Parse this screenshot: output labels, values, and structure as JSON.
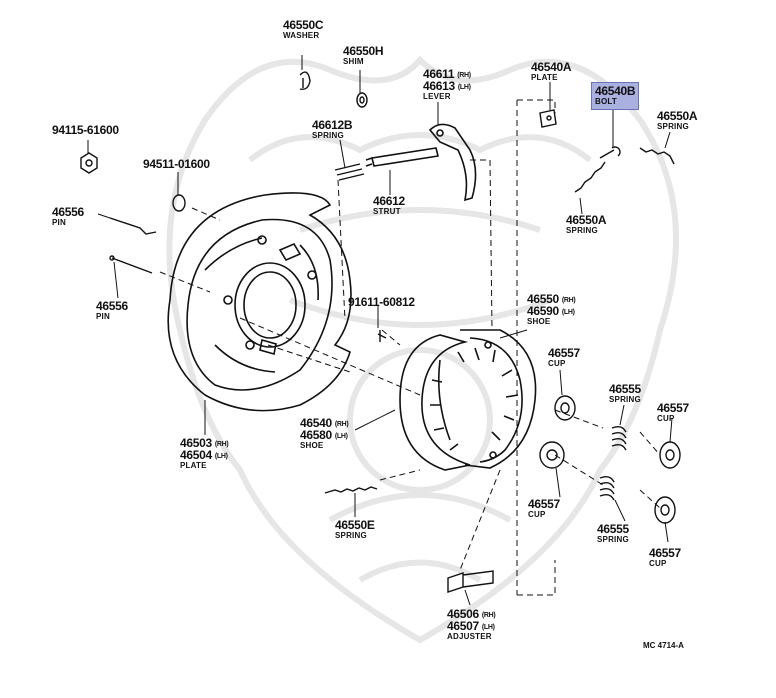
{
  "colors": {
    "ink": "#111111",
    "highlight": "#aab0e0",
    "watermark": "#e6e6e6"
  },
  "labels": {
    "l46550C": {
      "num": "46550C",
      "name": "WASHER"
    },
    "l46550H": {
      "num": "46550H",
      "name": "SHIM"
    },
    "l46611": {
      "num": "46611",
      "sub": "(RH)",
      "num2": "46613",
      "sub2": "(LH)",
      "name": "LEVER"
    },
    "l46540A": {
      "num": "46540A",
      "name": "PLATE"
    },
    "l46540B": {
      "num": "46540B",
      "name": "BOLT"
    },
    "l46550A_top": {
      "num": "46550A",
      "name": "SPRING"
    },
    "l94115": {
      "num": "94115-61600"
    },
    "l46612B": {
      "num": "46612B",
      "name": "SPRING"
    },
    "l94511": {
      "num": "94511-01600"
    },
    "l46612": {
      "num": "46612",
      "name": "STRUT"
    },
    "l46550A_mid": {
      "num": "46550A",
      "name": "SPRING"
    },
    "l46556_top": {
      "num": "46556",
      "name": "PIN"
    },
    "l46556_low": {
      "num": "46556",
      "name": "PIN"
    },
    "l91611": {
      "num": "91611-60812"
    },
    "l46550": {
      "num": "46550",
      "sub": "(RH)",
      "num2": "46590",
      "sub2": "(LH)",
      "name": "SHOE"
    },
    "l46557_a": {
      "num": "46557",
      "name": "CUP"
    },
    "l46555_a": {
      "num": "46555",
      "name": "SPRING"
    },
    "l46557_b": {
      "num": "46557",
      "name": "CUP"
    },
    "l46540": {
      "num": "46540",
      "sub": "(RH)",
      "num2": "46580",
      "sub2": "(LH)",
      "name": "SHOE"
    },
    "l46503": {
      "num": "46503",
      "sub": "(RH)",
      "num2": "46504",
      "sub2": "(LH)",
      "name": "PLATE"
    },
    "l46557_c": {
      "num": "46557",
      "name": "CUP"
    },
    "l46555_b": {
      "num": "46555",
      "name": "SPRING"
    },
    "l46557_d": {
      "num": "46557",
      "name": "CUP"
    },
    "l46550E": {
      "num": "46550E",
      "name": "SPRING"
    },
    "l46506": {
      "num": "46506",
      "sub": "(RH)",
      "num2": "46507",
      "sub2": "(LH)",
      "name": "ADJUSTER"
    }
  },
  "reference_code": "MC 4714-A"
}
